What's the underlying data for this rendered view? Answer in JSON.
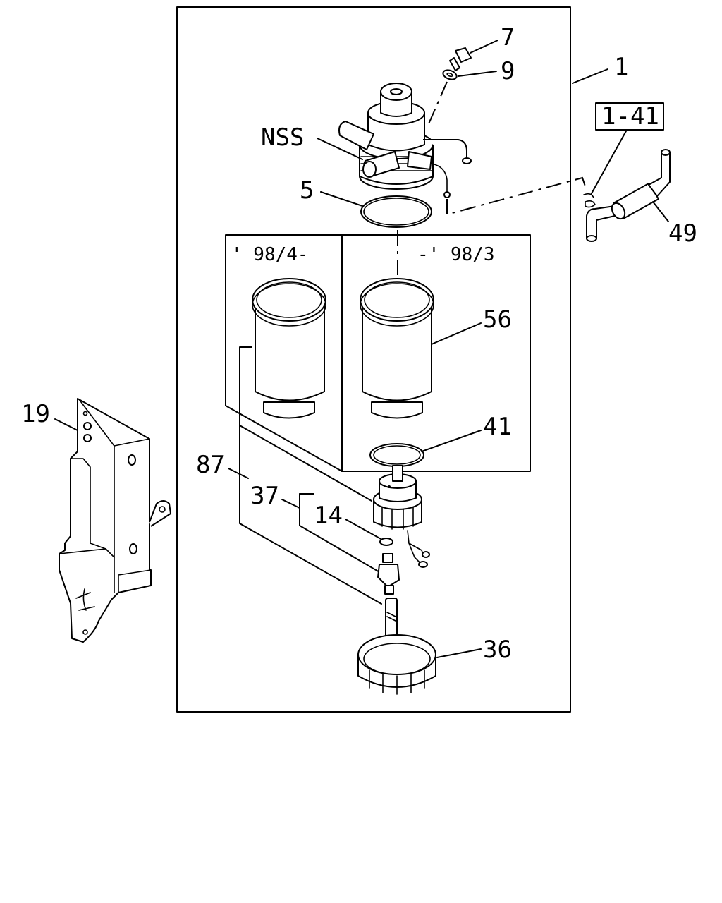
{
  "labels": {
    "assembly": "1",
    "ref_box": "1-41",
    "bolt": "7",
    "washer": "9",
    "head": "NSS",
    "o_ring_top": "5",
    "date_new": "' 98/4-",
    "date_old": "-' 98/3",
    "element": "56",
    "o_ring_bottom": "41",
    "drain_cap": "87",
    "sensor": "37",
    "seal": "14",
    "ring_nut": "36",
    "bracket": "19",
    "hose": "49"
  }
}
